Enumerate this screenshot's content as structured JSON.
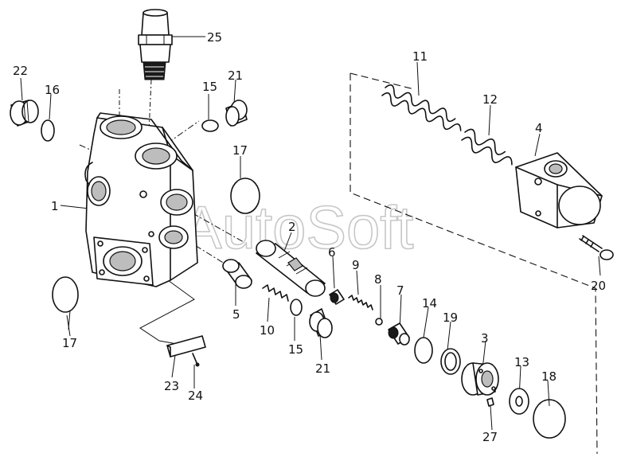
{
  "diagram": {
    "watermark": "AutoSoft",
    "callouts": [
      {
        "name": "callout-25",
        "text": "25"
      },
      {
        "name": "callout-22",
        "text": "22"
      },
      {
        "name": "callout-16",
        "text": "16"
      },
      {
        "name": "callout-15-top",
        "text": "15"
      },
      {
        "name": "callout-21-top",
        "text": "21"
      },
      {
        "name": "callout-1",
        "text": "1"
      },
      {
        "name": "callout-17-right",
        "text": "17"
      },
      {
        "name": "callout-17-left",
        "text": "17"
      },
      {
        "name": "callout-2",
        "text": "2"
      },
      {
        "name": "callout-6",
        "text": "6"
      },
      {
        "name": "callout-9",
        "text": "9"
      },
      {
        "name": "callout-8",
        "text": "8"
      },
      {
        "name": "callout-7",
        "text": "7"
      },
      {
        "name": "callout-14",
        "text": "14"
      },
      {
        "name": "callout-19",
        "text": "19"
      },
      {
        "name": "callout-3",
        "text": "3"
      },
      {
        "name": "callout-13",
        "text": "13"
      },
      {
        "name": "callout-18",
        "text": "18"
      },
      {
        "name": "callout-27",
        "text": "27"
      },
      {
        "name": "callout-5",
        "text": "5"
      },
      {
        "name": "callout-10",
        "text": "10"
      },
      {
        "name": "callout-15-bottom",
        "text": "15"
      },
      {
        "name": "callout-21-bottom",
        "text": "21"
      },
      {
        "name": "callout-23",
        "text": "23"
      },
      {
        "name": "callout-24",
        "text": "24"
      },
      {
        "name": "callout-11",
        "text": "11"
      },
      {
        "name": "callout-12",
        "text": "12"
      },
      {
        "name": "callout-4",
        "text": "4"
      },
      {
        "name": "callout-20",
        "text": "20"
      }
    ]
  }
}
